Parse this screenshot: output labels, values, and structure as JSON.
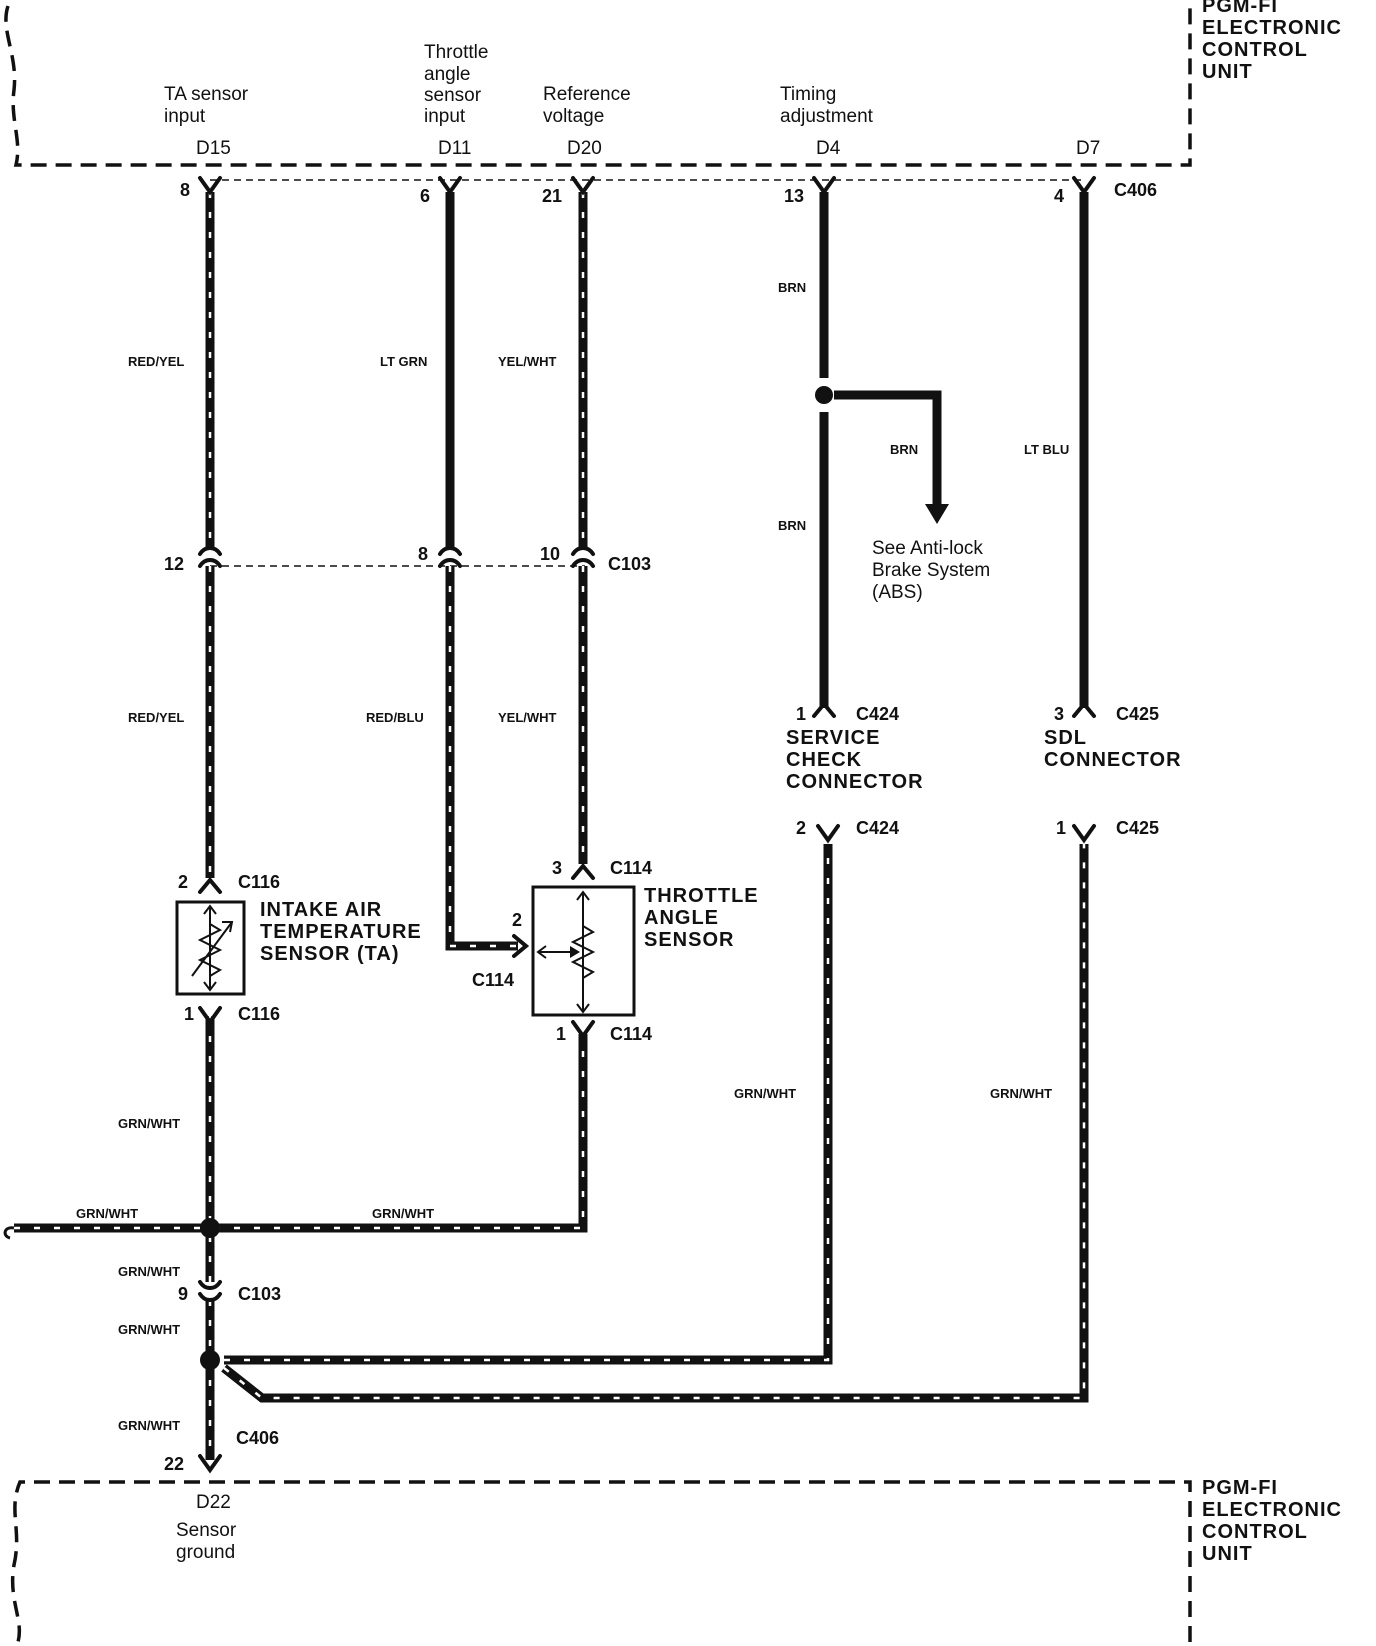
{
  "ecu": {
    "title_top": [
      "PGM-FI",
      "ELECTRONIC",
      "CONTROL",
      "UNIT"
    ],
    "title_bottom": [
      "PGM-FI",
      "ELECTRONIC",
      "CONTROL",
      "UNIT"
    ]
  },
  "terminals": {
    "d15": {
      "id": "D15",
      "desc": [
        "TA sensor",
        "input"
      ]
    },
    "d11": {
      "id": "D11",
      "desc": [
        "Throttle",
        "angle",
        "sensor",
        "input"
      ]
    },
    "d20": {
      "id": "D20",
      "desc": [
        "Reference",
        "voltage"
      ]
    },
    "d4": {
      "id": "D4",
      "desc": [
        "Timing",
        "adjustment"
      ]
    },
    "d7": {
      "id": "D7",
      "desc": []
    },
    "d22": {
      "id": "D22",
      "desc": [
        "Sensor",
        "ground"
      ]
    }
  },
  "connectors": {
    "c406_top": {
      "pins": [
        "8",
        "6",
        "21",
        "13",
        "4"
      ],
      "name": "C406"
    },
    "c103_mid": {
      "pins": [
        "12",
        "8",
        "10"
      ],
      "name": "C103"
    },
    "c424_1": {
      "pin": "1",
      "name": "C424"
    },
    "c424_2": {
      "pin": "2",
      "name": "C424"
    },
    "c425_3": {
      "pin": "3",
      "name": "C425"
    },
    "c425_1": {
      "pin": "1",
      "name": "C425"
    },
    "c116_2": {
      "pin": "2",
      "name": "C116"
    },
    "c116_1": {
      "pin": "1",
      "name": "C116"
    },
    "c114_3": {
      "pin": "3",
      "name": "C114"
    },
    "c114_2": {
      "pin": "2",
      "name": "C114"
    },
    "c114_1": {
      "pin": "1",
      "name": "C114"
    },
    "c103_low": {
      "pin": "9",
      "name": "C103"
    },
    "c406_bottom": {
      "pin": "22",
      "name": "C406"
    }
  },
  "wire_colors": {
    "red_yel_1": "RED/YEL",
    "red_yel_2": "RED/YEL",
    "lt_grn": "LT GRN",
    "red_blu": "RED/BLU",
    "yel_wht_1": "YEL/WHT",
    "yel_wht_2": "YEL/WHT",
    "brn_1": "BRN",
    "brn_2": "BRN",
    "brn_3": "BRN",
    "lt_blu": "LT BLU",
    "grn_wht_1": "GRN/WHT",
    "grn_wht_2": "GRN/WHT",
    "grn_wht_3": "GRN/WHT",
    "grn_wht_4": "GRN/WHT",
    "grn_wht_5": "GRN/WHT",
    "grn_wht_6": "GRN/WHT",
    "grn_wht_7": "GRN/WHT",
    "grn_wht_8": "GRN/WHT"
  },
  "components": {
    "service_check": [
      "SERVICE",
      "CHECK",
      "CONNECTOR"
    ],
    "sdl": [
      "SDL",
      "CONNECTOR"
    ],
    "ta_sensor": [
      "INTAKE AIR",
      "TEMPERATURE",
      "SENSOR (TA)"
    ],
    "throttle_sensor": [
      "THROTTLE",
      "ANGLE",
      "SENSOR"
    ]
  },
  "abs_note": [
    "See Anti-lock",
    "Brake System",
    "(ABS)"
  ]
}
